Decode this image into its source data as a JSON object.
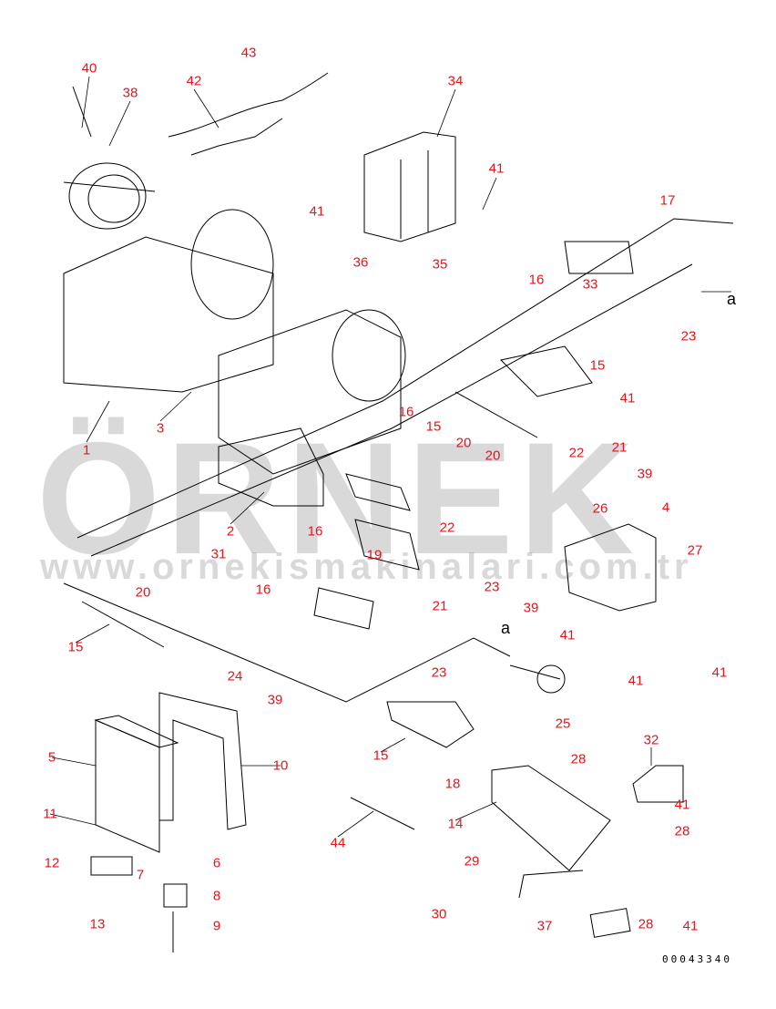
{
  "watermark": {
    "brand": "ÖRNEK",
    "url": "www.ornekismakinalari.com.tr"
  },
  "callouts": [
    "40",
    "38",
    "42",
    "43",
    "34",
    "41",
    "41",
    "36",
    "35",
    "17",
    "16",
    "33",
    "a",
    "23",
    "15",
    "41",
    "3",
    "1",
    "16",
    "15",
    "21",
    "20",
    "22",
    "20",
    "39",
    "26",
    "4",
    "2",
    "16",
    "22",
    "19",
    "27",
    "31",
    "23",
    "21",
    "39",
    "16",
    "20",
    "41",
    "15",
    "24",
    "23",
    "39",
    "a",
    "41",
    "41",
    "25",
    "10",
    "32",
    "5",
    "15",
    "18",
    "28",
    "41",
    "11",
    "14",
    "28",
    "44",
    "6",
    "12",
    "7",
    "29",
    "8",
    "13",
    "9",
    "30",
    "37",
    "28",
    "41"
  ],
  "drawing_code": "00043340"
}
